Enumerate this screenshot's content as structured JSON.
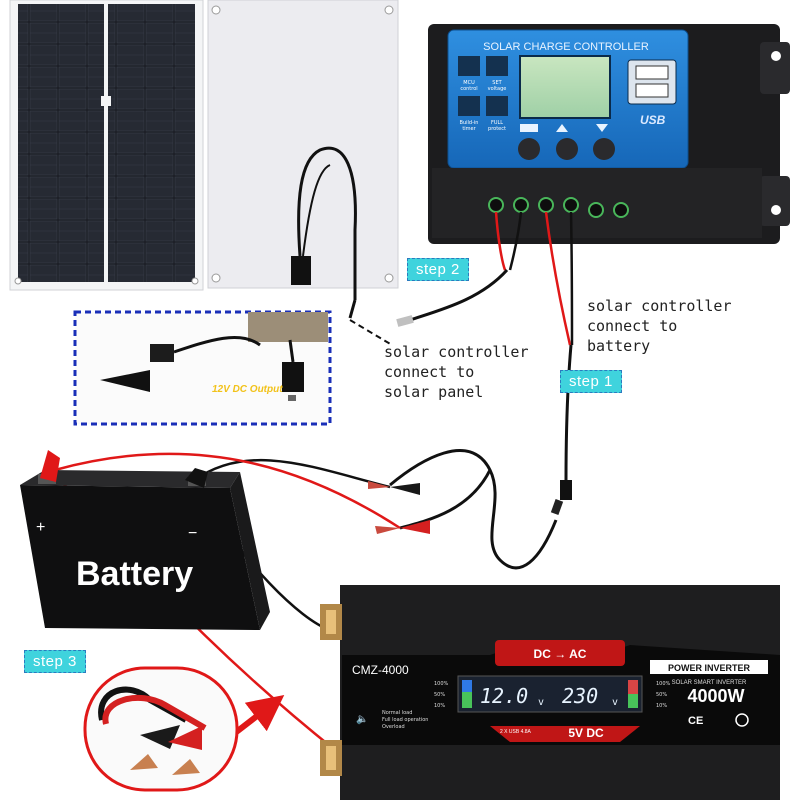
{
  "controller": {
    "title": "SOLAR CHARGE CONTROLLER",
    "icons": [
      {
        "name": "mcu-control-icon",
        "label1": "MCU",
        "label2": "control"
      },
      {
        "name": "set-voltage-icon",
        "label1": "SET",
        "label2": "voltage"
      },
      {
        "name": "timer-icon",
        "label1": "Build-in",
        "label2": "timer"
      },
      {
        "name": "lock-icon",
        "label1": "FULL",
        "label2": "protect"
      }
    ],
    "usb_label": "USB"
  },
  "adapter": {
    "label": "12V DC Output"
  },
  "battery": {
    "label": "Battery",
    "plus": "+",
    "minus": "−"
  },
  "inverter": {
    "model": "CMZ-4000",
    "top_label": "DC → AC",
    "brand1": "POWER INVERTER",
    "brand2": "SOLAR SMART INVERTER",
    "power": "4000W",
    "lcd_dc": "12.0",
    "lcd_dc_unit": "v",
    "lcd_ac": "230",
    "lcd_ac_unit": "v",
    "bottom_label": "5V DC",
    "usb_spec": "2 X USB 4.8A",
    "percent_left": [
      "100%",
      "50%",
      "10%"
    ],
    "percent_right": [
      "100%",
      "50%",
      "10%"
    ],
    "legend": [
      "Normal load",
      "Full load operation",
      "Overload"
    ],
    "cert": "CE"
  },
  "steps": {
    "step1": "step 1",
    "step2": "step 2",
    "step3": "step 3"
  },
  "notes": {
    "battery_note": "solar controller\nconnect to\nbattery",
    "panel_note": "solar controller\nconnect to\nsolar panel"
  },
  "colors": {
    "controller_blue": "#1f78c8",
    "wire_red": "#e01818",
    "step_cyan": "#3fd3dd",
    "dashed_blue": "#1a2fb8"
  }
}
